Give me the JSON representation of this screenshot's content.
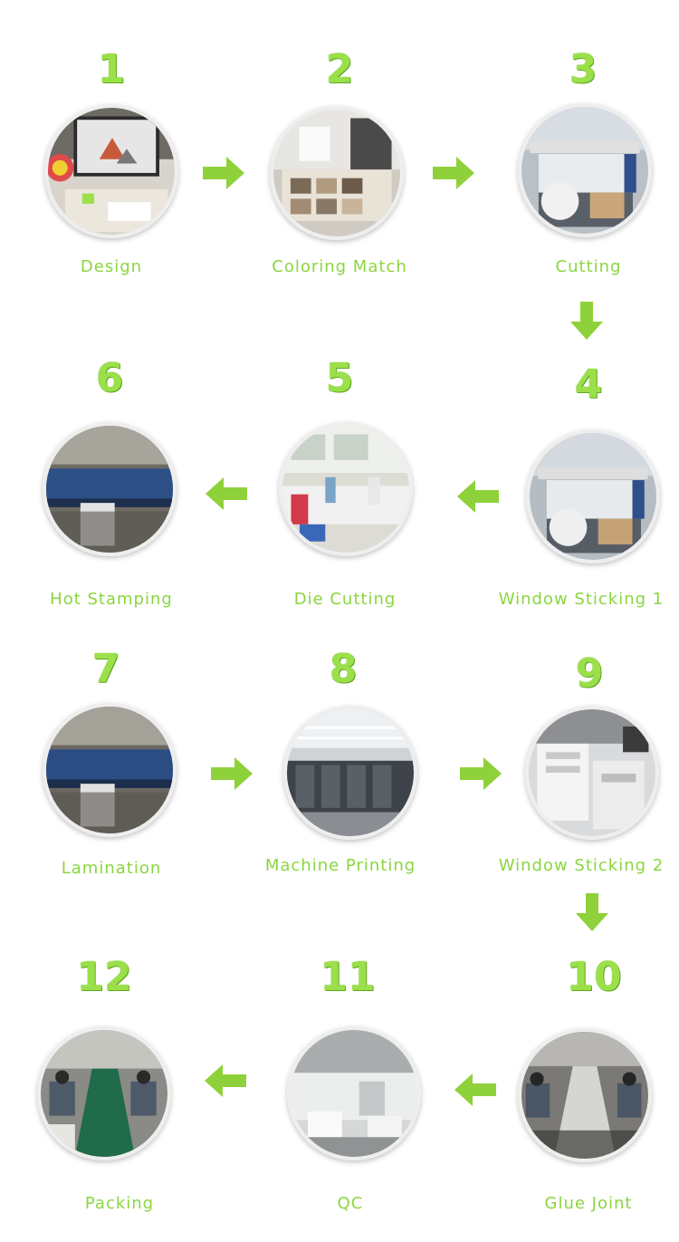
{
  "steps": [
    {
      "num": "1",
      "label": "Design",
      "scene": "design"
    },
    {
      "num": "2",
      "label": "Coloring Match",
      "scene": "color"
    },
    {
      "num": "3",
      "label": "Cutting",
      "scene": "cutting"
    },
    {
      "num": "4",
      "label": "Window Sticking 1",
      "scene": "cutting"
    },
    {
      "num": "5",
      "label": "Die Cutting",
      "scene": "workshop"
    },
    {
      "num": "6",
      "label": "Hot Stamping",
      "scene": "factory"
    },
    {
      "num": "7",
      "label": "Lamination",
      "scene": "factory"
    },
    {
      "num": "8",
      "label": "Machine Printing",
      "scene": "press"
    },
    {
      "num": "9",
      "label": "Window Sticking 2",
      "scene": "boxes"
    },
    {
      "num": "10",
      "label": "Glue Joint",
      "scene": "line"
    },
    {
      "num": "11",
      "label": "QC",
      "scene": "warehouse"
    },
    {
      "num": "12",
      "label": "Packing",
      "scene": "packing"
    }
  ],
  "colors": {
    "accent": "#8ad63f",
    "arrow": "#8fd13a"
  }
}
